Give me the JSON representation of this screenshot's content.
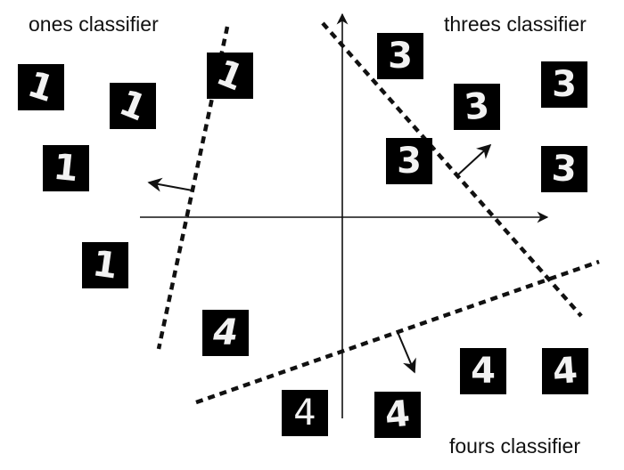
{
  "labels": {
    "ones": "ones classifier",
    "threes": "threes classifier",
    "fours": "fours classifier"
  },
  "digits": {
    "ones": [
      "1",
      "1",
      "1",
      "1",
      "1"
    ],
    "threes": [
      "3",
      "3",
      "3",
      "3",
      "3"
    ],
    "fours": [
      "4",
      "4",
      "4",
      "4",
      "4"
    ]
  },
  "icons": {
    "decision_line": "dashed-line",
    "normal_vector": "arrow-icon",
    "axes": "crosshair-axes"
  },
  "colors": {
    "background": "#ffffff",
    "ink": "#111111",
    "tile": "#000000",
    "digit": "#f2f2f2"
  }
}
